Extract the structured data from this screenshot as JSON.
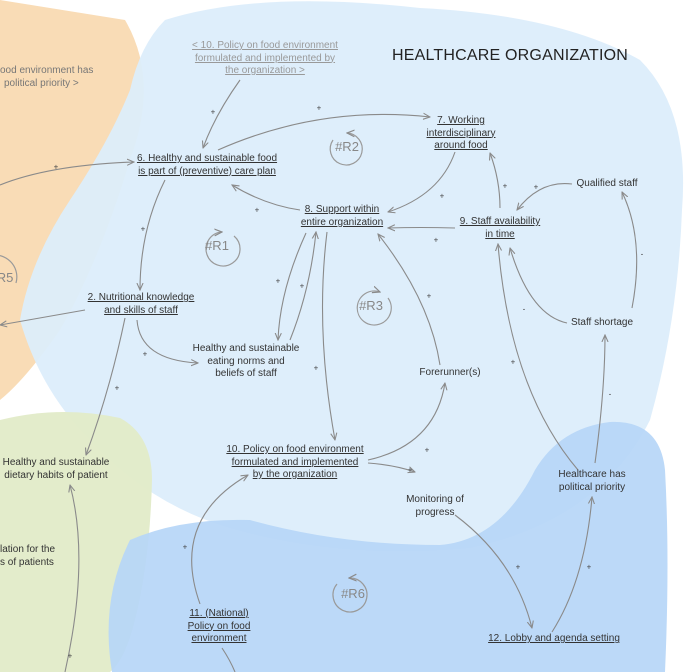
{
  "title": "HEALTHCARE ORGANIZATION",
  "colors": {
    "orange_region": "#f9dcb6",
    "light_blue_region": "#dcedfb",
    "green_region": "#e1ebc8",
    "dark_blue_region": "#b6d6f7",
    "arrow": "#8a8a8a"
  },
  "nodes": {
    "policy10_ghost": [
      "< 10. Policy on food environment",
      "formulated and implemented by",
      "the organization >"
    ],
    "n6": [
      "6. Healthy and sustainable food",
      "is part of (preventive) care plan"
    ],
    "n7": [
      "7. Working",
      "interdisciplinary",
      "around food"
    ],
    "n8": [
      "8. Support within",
      "entire organization"
    ],
    "n9": [
      "9. Staff availability",
      "in time"
    ],
    "qualified_staff": "Qualified staff",
    "n2": [
      "2. Nutritional knowledge",
      "and skills of staff"
    ],
    "norms": [
      "Healthy and sustainable",
      "eating norms and",
      "beliefs of staff"
    ],
    "staff_shortage": "Staff shortage",
    "forerunner": "Forerunner(s)",
    "n10": [
      "10. Policy on food environment",
      "formulated and implemented",
      "by the organization"
    ],
    "monitoring": [
      "Monitoring of",
      "progress"
    ],
    "hc_priority": [
      "Healthcare has",
      "political priority"
    ],
    "diet_patient": [
      "Healthy and sustainable",
      "dietary habits of patient"
    ],
    "n11": [
      "11. (National)",
      "Policy on food",
      "environment"
    ],
    "n12": "12. Lobby and agenda setting",
    "clipped_orange": [
      "ood environment has",
      "political priority >"
    ],
    "clipped_green": [
      "lation for the",
      "s of patients"
    ],
    "clipped_r5": "R5"
  },
  "loops": {
    "r1": "#R1",
    "r2": "#R2",
    "r3": "#R3",
    "r6": "#R6"
  },
  "signs": {
    "plus": "+",
    "minus": "-"
  }
}
